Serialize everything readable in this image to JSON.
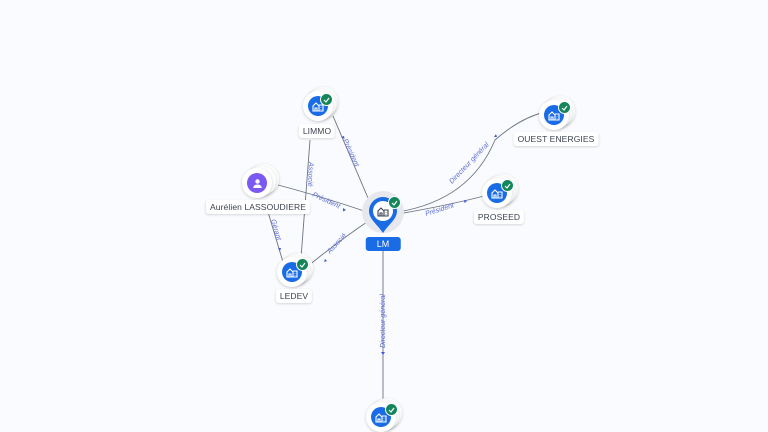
{
  "colors": {
    "background": "#fafbfe",
    "company_icon": "#1a6be6",
    "person_icon": "#7a5af0",
    "verified_badge": "#14865a",
    "edge_label": "#5b6dd8",
    "edge_line": "#6b7280",
    "center_label_bg": "#1a6be6"
  },
  "center": {
    "label": "LM",
    "icon": "building-icon",
    "verified": true
  },
  "nodes": [
    {
      "id": "limmo",
      "label": "LIMMO",
      "type": "company",
      "icon": "building-icon",
      "verified": true
    },
    {
      "id": "aurelien",
      "label": "Aurélien LASSOUDIERE",
      "type": "person",
      "icon": "person-icon",
      "verified": false
    },
    {
      "id": "ledev",
      "label": "LEDEV",
      "type": "company",
      "icon": "building-icon",
      "verified": true
    },
    {
      "id": "ouest",
      "label": "OUEST ENERGIES",
      "type": "company",
      "icon": "building-icon",
      "verified": true
    },
    {
      "id": "proseed",
      "label": "PROSEED",
      "type": "company",
      "icon": "building-icon",
      "verified": true
    },
    {
      "id": "bottom",
      "label": "",
      "type": "company",
      "icon": "building-icon",
      "verified": true
    }
  ],
  "edges": [
    {
      "from": "limmo",
      "to": "lm",
      "label": "Président"
    },
    {
      "from": "aurelien",
      "to": "lm",
      "label": "Président"
    },
    {
      "from": "ledev",
      "to": "lm",
      "label": "Associé"
    },
    {
      "from": "lm",
      "to": "ouest",
      "label": "Directeur général"
    },
    {
      "from": "lm",
      "to": "proseed",
      "label": "Président"
    },
    {
      "from": "lm",
      "to": "bottom",
      "label": "Directeur général"
    },
    {
      "from": "aurelien",
      "to": "ledev",
      "label": "Gérant"
    },
    {
      "from": "limmo",
      "to": "ledev",
      "label": "Associé"
    }
  ]
}
